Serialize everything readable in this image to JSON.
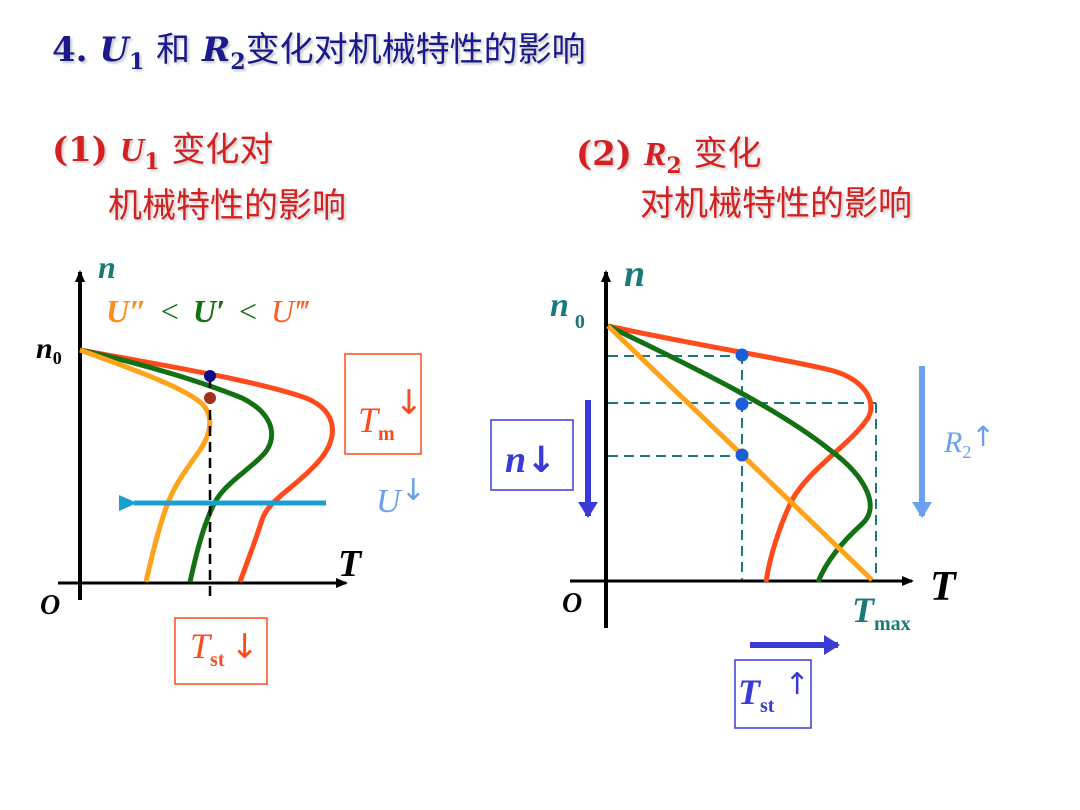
{
  "title": {
    "number": "4.",
    "u_symbol": "U",
    "u_sub": "1",
    "conj": "和",
    "r_symbol": "R",
    "r_sub": "2",
    "rest": "变化对机械特性的影响"
  },
  "left": {
    "heading_prefix": "(1)",
    "heading_symbol": "U",
    "heading_sub": "1",
    "heading_rest": "变化对",
    "heading_line2": "机械特性的影响",
    "axis_y": "n",
    "axis_x": "T",
    "origin": "O",
    "n0_main": "n",
    "n0_sub": "0",
    "legend_u2": "U″",
    "lt1": "<",
    "legend_u1": "U′",
    "lt2": "<",
    "legend_u": "U‴",
    "tm_main": "T",
    "tm_sub": "m",
    "tm_arrow": "↓",
    "u_label": "U",
    "u_arrow": "↓",
    "tst_main": "T",
    "tst_sub": "st",
    "tst_arrow": "↓"
  },
  "right": {
    "heading_prefix": "(2)",
    "heading_symbol": "R",
    "heading_sub": "2",
    "heading_rest": "变化",
    "heading_line2": "对机械特性的影响",
    "axis_y": "n",
    "axis_x": "T",
    "origin": "O",
    "n0_main": "n",
    "n0_sub": "0",
    "n_box_main": "n",
    "n_box_arrow": "↓",
    "r2_main": "R",
    "r2_sub": "2",
    "r2_arrow": "↑",
    "tmax_main": "T",
    "tmax_sub": "max",
    "tst_main": "T",
    "tst_sub": "st",
    "tst_arrow": "↑"
  },
  "colors": {
    "title": "#1a1a8c",
    "heading": "#d42020",
    "curve_red": "#ff4a1c",
    "curve_green": "#137013",
    "curve_orange": "#ffa21c",
    "teal": "#1a7a7a",
    "blue_arrow": "#3a3ad8",
    "light_blue": "#6aa0f0",
    "cyan_arrow": "#1aa0d0"
  }
}
